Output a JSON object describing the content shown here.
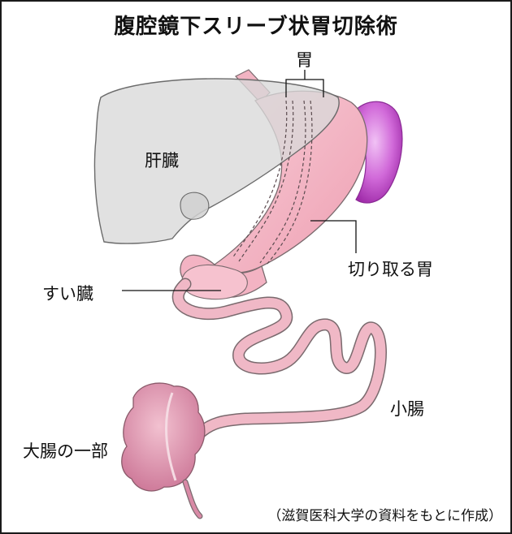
{
  "title": "腹腔鏡下スリーブ状胃切除術",
  "labels": {
    "stomach": "胃",
    "liver": "肝臓",
    "removed_stomach": "切り取る胃",
    "pancreas": "すい臓",
    "small_intestine": "小腸",
    "large_intestine_part": "大腸の一部"
  },
  "source": "（滋賀医科大学の資料をもとに作成）",
  "colors": {
    "stomach_pink": "#f4b5c4",
    "intestine_pink": "#f0b8c6",
    "liver_gray": "#d8d8d8",
    "spleen_purple": "#c64fd0",
    "colon_pink": "#d98aa6",
    "outline": "#6b6b6b"
  }
}
